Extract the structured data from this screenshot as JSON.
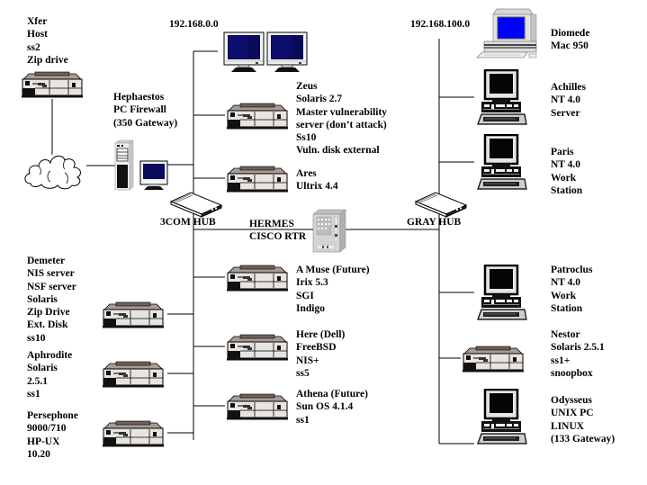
{
  "diagram": {
    "type": "network topology",
    "subnets": {
      "left": "192.168.0.0",
      "right": "192.168.100.0"
    },
    "hubs": {
      "left": "3COM HUB",
      "right": "GRAY HUB"
    },
    "router": {
      "lines": [
        "HERMES",
        "CISCO RTR"
      ]
    },
    "nodes": {
      "xfer": {
        "icon": "desktop-server-icon",
        "lines": [
          "Xfer",
          "Host",
          "ss2",
          "Zip drive"
        ]
      },
      "hephaestos": {
        "icon": "tower-pc-icon",
        "lines": [
          "Hephaestos",
          "PC Firewall",
          "(350 Gateway)"
        ]
      },
      "zeus": {
        "icon": "desktop-server-icon",
        "lines": [
          "Zeus",
          "Solaris 2.7",
          "Master vulnerability",
          "server (don’t attack)",
          "Ss10",
          "Vuln. disk external"
        ]
      },
      "ares": {
        "icon": "desktop-server-icon",
        "lines": [
          "Ares",
          "Ultrix 4.4"
        ]
      },
      "demeter": {
        "icon": "desktop-server-icon",
        "lines": [
          "Demeter",
          "NIS server",
          "NSF server",
          "Solaris",
          "Zip Drive",
          "Ext. Disk",
          "ss10"
        ]
      },
      "aphrodite": {
        "icon": "desktop-server-icon",
        "lines": [
          "Aphrodite",
          "Solaris",
          "2.5.1",
          "ss1"
        ]
      },
      "persephone": {
        "icon": "desktop-server-icon",
        "lines": [
          "Persephone",
          "9000/710",
          "HP-UX",
          "10.20"
        ]
      },
      "amuse": {
        "icon": "desktop-server-icon",
        "lines": [
          "A Muse (Future)",
          "Irix 5.3",
          "SGI",
          "Indigo"
        ]
      },
      "here": {
        "icon": "desktop-server-icon",
        "lines": [
          "Here (Dell)",
          "FreeBSD",
          "NIS+",
          "ss5"
        ]
      },
      "athena": {
        "icon": "desktop-server-icon",
        "lines": [
          "Athena (Future)",
          "Sun OS 4.1.4",
          "ss1"
        ]
      },
      "diomede": {
        "icon": "mac-computer-icon",
        "lines": [
          "Diomede",
          "Mac 950"
        ]
      },
      "achilles": {
        "icon": "pc-workstation-icon",
        "lines": [
          "Achilles",
          "NT 4.0",
          "Server"
        ]
      },
      "paris": {
        "icon": "pc-workstation-icon",
        "lines": [
          "Paris",
          "NT 4.0",
          "Work",
          "Station"
        ]
      },
      "patroclus": {
        "icon": "pc-workstation-icon",
        "lines": [
          "Patroclus",
          "NT 4.0",
          "Work",
          "Station"
        ]
      },
      "nestor": {
        "icon": "desktop-server-icon",
        "lines": [
          "Nestor",
          "Solaris 2.5.1",
          "ss1+",
          "snoopbox"
        ]
      },
      "odysseus": {
        "icon": "pc-workstation-icon",
        "lines": [
          "Odysseus",
          "UNIX PC",
          "LINUX",
          "(133 Gateway)"
        ]
      }
    },
    "colors": {
      "screen_blue": "#0000ff",
      "screen_navy": "#0a0a5a",
      "case_tan": "#a89c94",
      "case_light": "#e8e4e0",
      "line": "#000000"
    }
  }
}
